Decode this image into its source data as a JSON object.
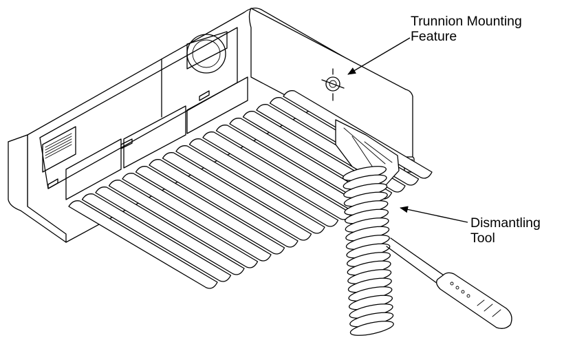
{
  "callouts": {
    "trunnion": {
      "line1": "Trunnion Mounting",
      "line2": "Feature"
    },
    "tool": {
      "line1": "Dismantling",
      "line2": "Tool"
    }
  }
}
